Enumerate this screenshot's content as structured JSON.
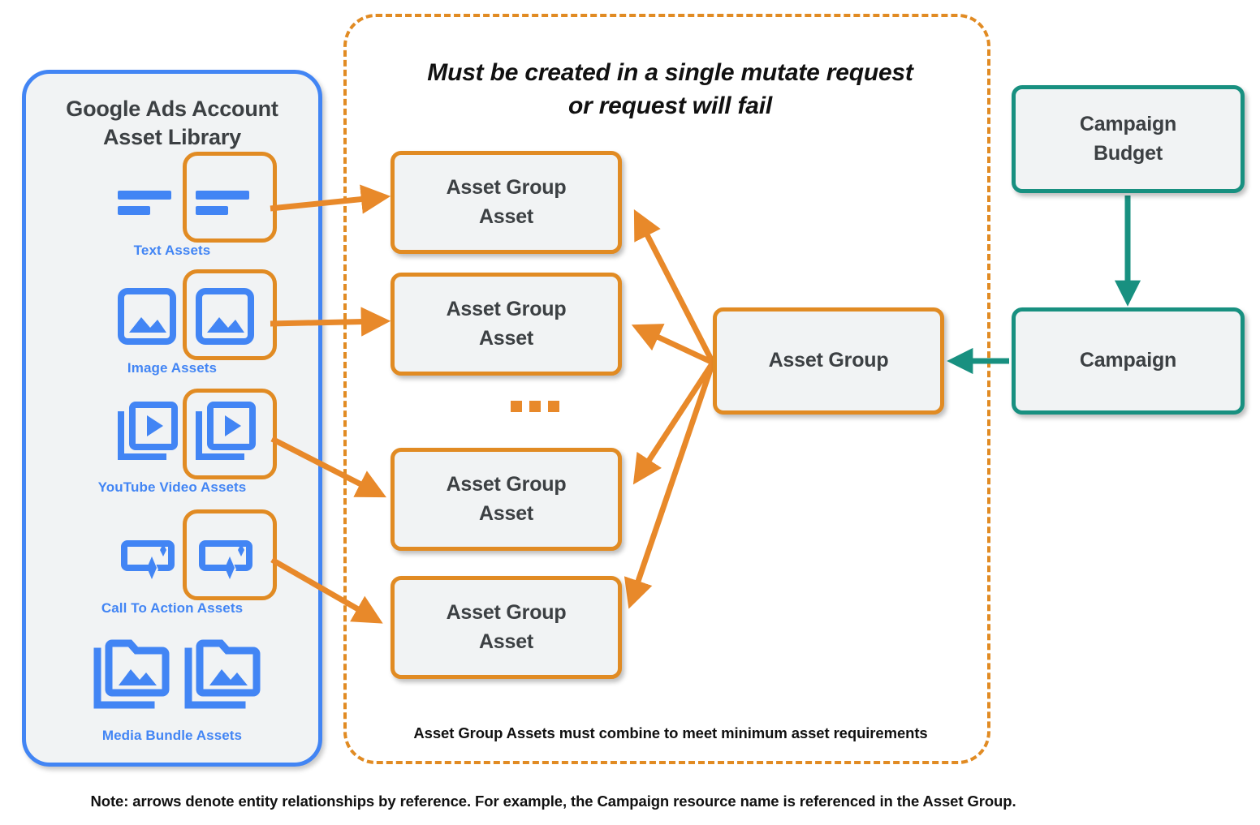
{
  "library": {
    "title": "Google Ads Account\nAsset Library",
    "title_line1": "Google Ads Account",
    "title_line2": "Asset Library",
    "items": [
      {
        "caption": "Text Assets",
        "icon": "text-asset-icon"
      },
      {
        "caption": "Image Assets",
        "icon": "image-asset-icon"
      },
      {
        "caption": "YouTube Video  Assets",
        "icon": "video-asset-icon"
      },
      {
        "caption": "Call To Action Assets",
        "icon": "call-to-action-asset-icon"
      },
      {
        "caption": "Media Bundle  Assets",
        "icon": "media-bundle-asset-icon"
      }
    ]
  },
  "mutate_panel": {
    "title_line1": "Must be created in a single mutate request",
    "title_line2": "or request will fail",
    "footnote": "Asset Group Assets must combine to meet minimum asset requirements",
    "ellipsis": "..."
  },
  "nodes": {
    "asset_group_asset_1": "Asset Group\nAsset",
    "asset_group_asset_1_l1": "Asset Group",
    "asset_group_asset_1_l2": "Asset",
    "asset_group": "Asset Group",
    "campaign_budget_l1": "Campaign",
    "campaign_budget_l2": "Budget",
    "campaign": "Campaign"
  },
  "asset_group_assets": [
    {
      "line1": "Asset Group",
      "line2": "Asset"
    },
    {
      "line1": "Asset Group",
      "line2": "Asset"
    },
    {
      "line1": "Asset Group",
      "line2": "Asset"
    },
    {
      "line1": "Asset Group",
      "line2": "Asset"
    }
  ],
  "note": "Note: arrows denote entity relationships by reference. For example, the Campaign resource name is referenced in the Asset Group.",
  "colors": {
    "orange": "#E18B23",
    "orange_fill": "#E8892A",
    "blue": "#4285F4",
    "teal": "#189080",
    "node_fill": "#F1F3F4",
    "text_dark": "#3C4043",
    "text_black": "#111111",
    "background": "#FFFFFF"
  }
}
